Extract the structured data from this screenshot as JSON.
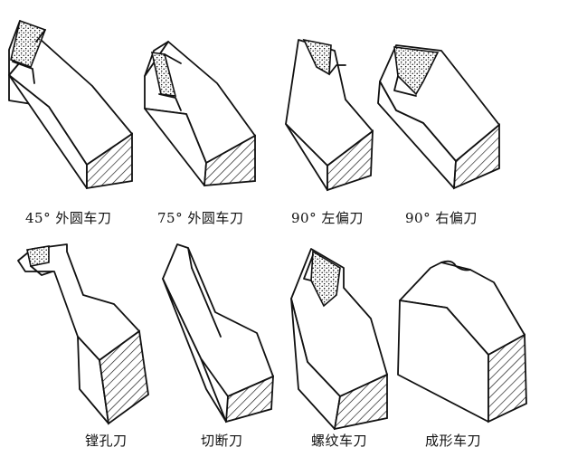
{
  "labels": {
    "t1": "45° 外圆车刀",
    "t2": "75° 外圆车刀",
    "t3": "90° 左偏刀",
    "t4": "90° 右偏刀",
    "t5": "镗孔刀",
    "t6": "切断刀",
    "t7": "螺纹车刀",
    "t8": "成形车刀"
  }
}
